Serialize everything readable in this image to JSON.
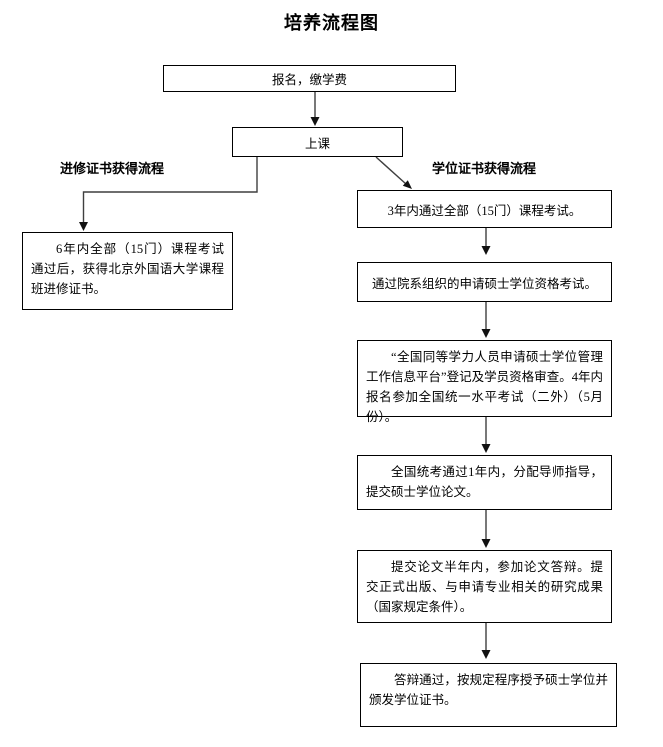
{
  "title": "培养流程图",
  "flow": {
    "start": {
      "text": "报名，缴学费"
    },
    "attend": {
      "text": "上课"
    },
    "left_branch": {
      "label": "进修证书获得流程",
      "steps": [
        {
          "text": "6年内全部（15门）课程考试通过后，获得北京外国语大学课程班进修证书。"
        }
      ]
    },
    "right_branch": {
      "label": "学位证书获得流程",
      "steps": [
        {
          "text": "3年内通过全部（15门）课程考试。"
        },
        {
          "text": "通过院系组织的申请硕士学位资格考试。"
        },
        {
          "text": "“全国同等学力人员申请硕士学位管理工作信息平台”登记及学员资格审查。4年内报名参加全国统一水平考试（二外）（5月份）。"
        },
        {
          "text": "全国统考通过1年内，分配导师指导，提交硕士学位论文。"
        },
        {
          "text": "提交论文半年内，参加论文答辩。提交正式出版、与申请专业相关的研究成果（国家规定条件）。"
        },
        {
          "text": "答辩通过，按规定程序授予硕士学位并颁发学位证书。"
        }
      ]
    }
  },
  "colors": {
    "background": "#ffffff",
    "box_border": "#000000",
    "connector_line": "#3f3f3f",
    "text": "#000000"
  }
}
